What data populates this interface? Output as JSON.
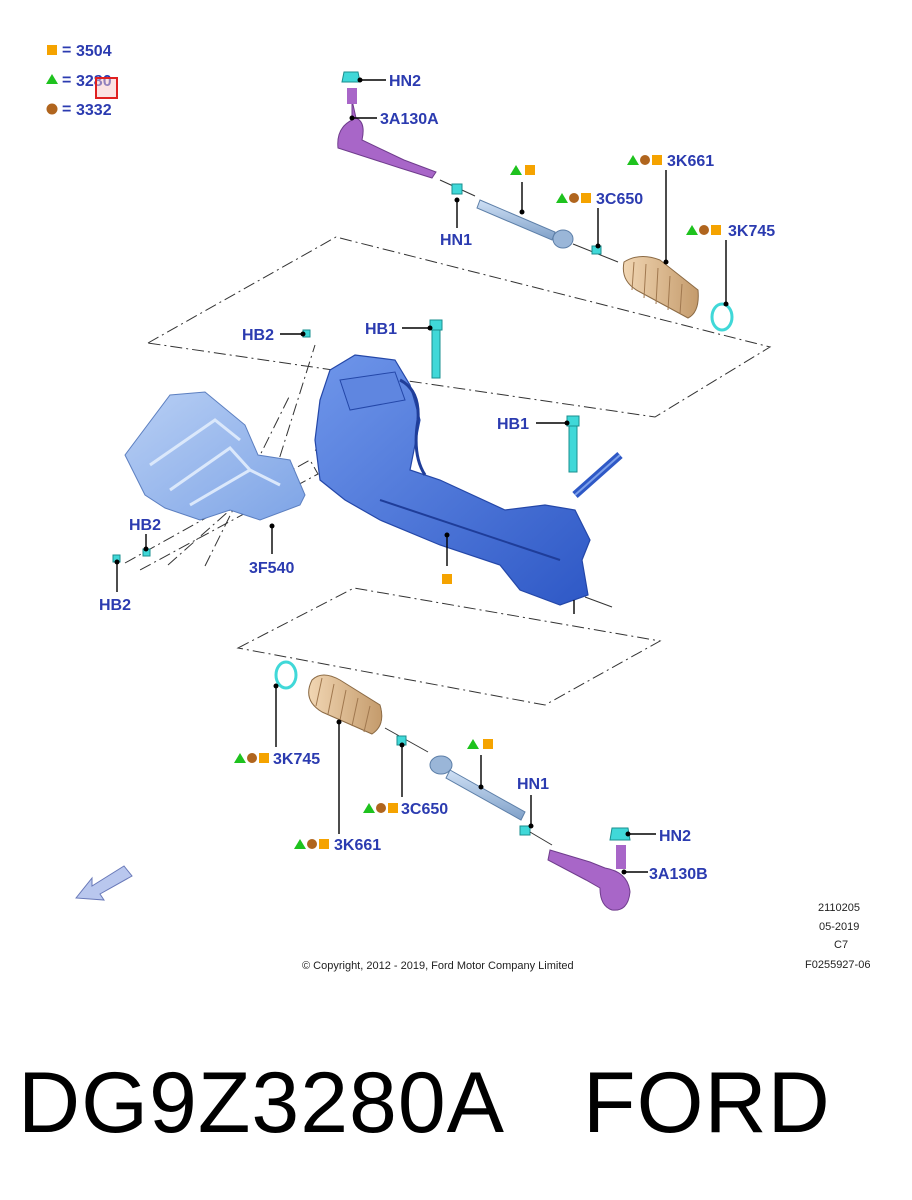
{
  "legend": [
    {
      "shape": "square",
      "color": "#f5a300",
      "code": "3504"
    },
    {
      "shape": "triangle",
      "color": "#1ec21e",
      "code": "3280"
    },
    {
      "shape": "circle",
      "color": "#b0651e",
      "code": "3332"
    }
  ],
  "callouts": {
    "hn2_top": "HN2",
    "a130a": "3A130A",
    "hn1_top": "HN1",
    "k661_top": "3K661",
    "c650_top": "3C650",
    "k745_top": "3K745",
    "hb2_top": "HB2",
    "hb1_a": "HB1",
    "hb1_b": "HB1",
    "hb2_left": "HB2",
    "hb2_bottom": "HB2",
    "f540": "3F540",
    "k745_bottom": "3K745",
    "c650_bottom": "3C650",
    "k661_bottom": "3K661",
    "hn1_bottom": "HN1",
    "hn2_bottom": "HN2",
    "a130b": "3A130B"
  },
  "colors": {
    "callout_text": "#2b3bb0",
    "steering_gear": "#3f6fd8",
    "tie_rod_end": "#a866c8",
    "boot": "#d9b48a",
    "fastener": "#40d8d8",
    "heat_shield": "#8fb4ea",
    "highlight_box": "#e02020"
  },
  "footer": {
    "copyright": "© Copyright, 2012 - 2019, Ford Motor Company Limited",
    "code1": "2110205",
    "code2": "05-2019",
    "code3": "C7",
    "code4": "F0255927-06"
  },
  "caption": {
    "part_number": "DG9Z3280A",
    "brand": "FORD"
  }
}
